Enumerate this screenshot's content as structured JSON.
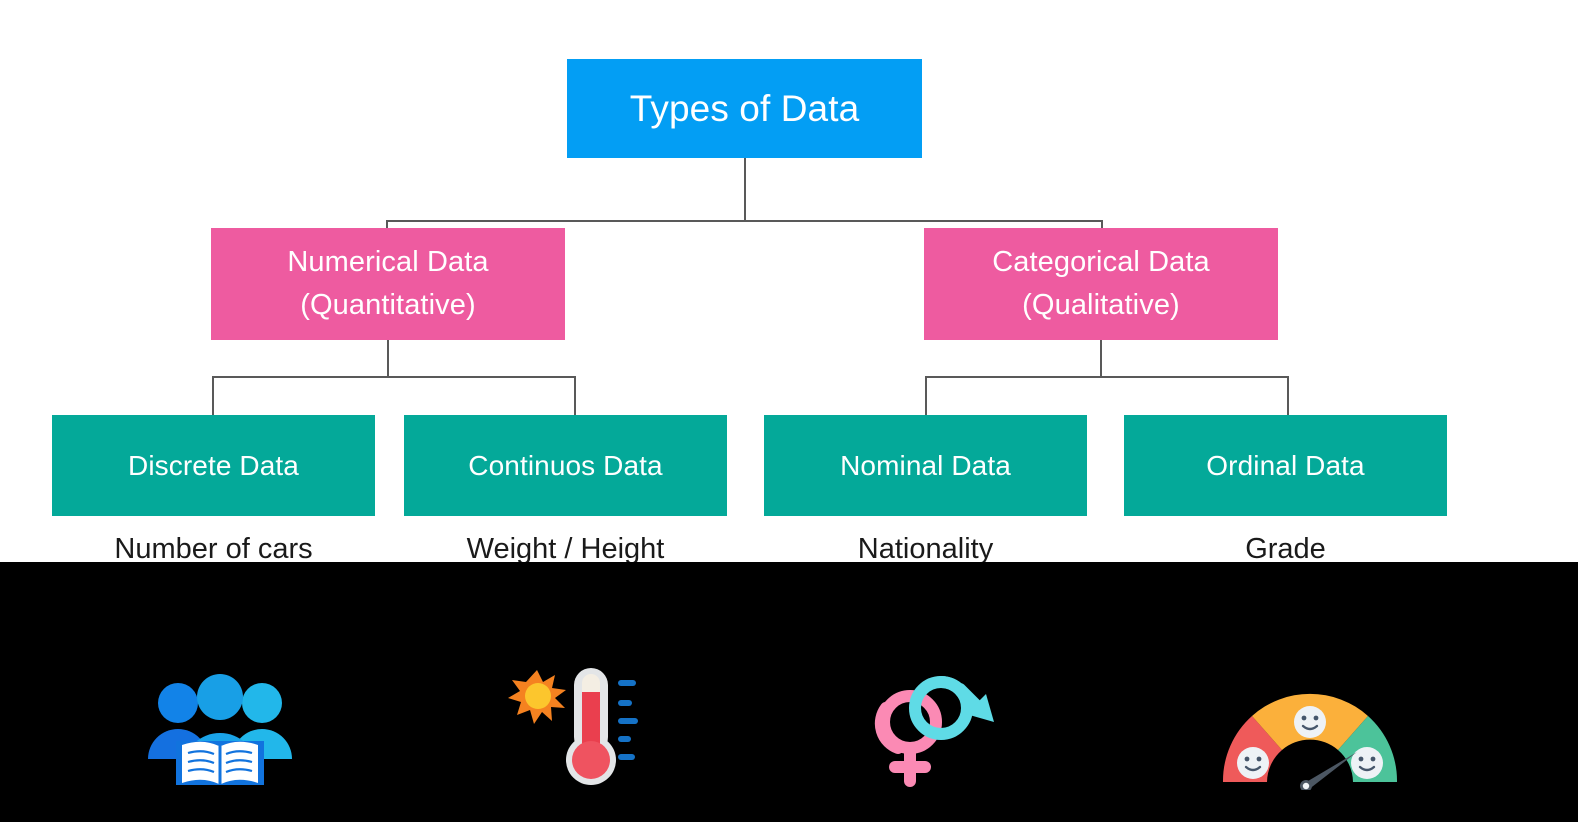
{
  "diagram": {
    "title_node": {
      "label": "Types of Data",
      "color": "#039ef4"
    },
    "level2": [
      {
        "line1": "Numerical Data",
        "line2": "(Quantitative)",
        "color": "#ee5ba0"
      },
      {
        "line1": "Categorical Data",
        "line2": "(Qualitative)",
        "color": "#ee5ba0"
      }
    ],
    "level3": [
      {
        "label": "Discrete Data",
        "color": "#04a999",
        "example": "Number of cars",
        "icon": "people-group-book-icon"
      },
      {
        "label": "Continuos Data",
        "color": "#04a999",
        "example": "Weight / Height",
        "icon": "thermometer-sun-icon"
      },
      {
        "label": "Nominal Data",
        "color": "#04a999",
        "example": "Nationality",
        "icon": "gender-symbols-icon"
      },
      {
        "label": "Ordinal Data",
        "color": "#04a999",
        "example": "Grade",
        "icon": "satisfaction-gauge-icon"
      }
    ],
    "connector_color": "#595959",
    "overlay": {
      "name": "black-occlusion-band",
      "color": "#000000"
    }
  }
}
